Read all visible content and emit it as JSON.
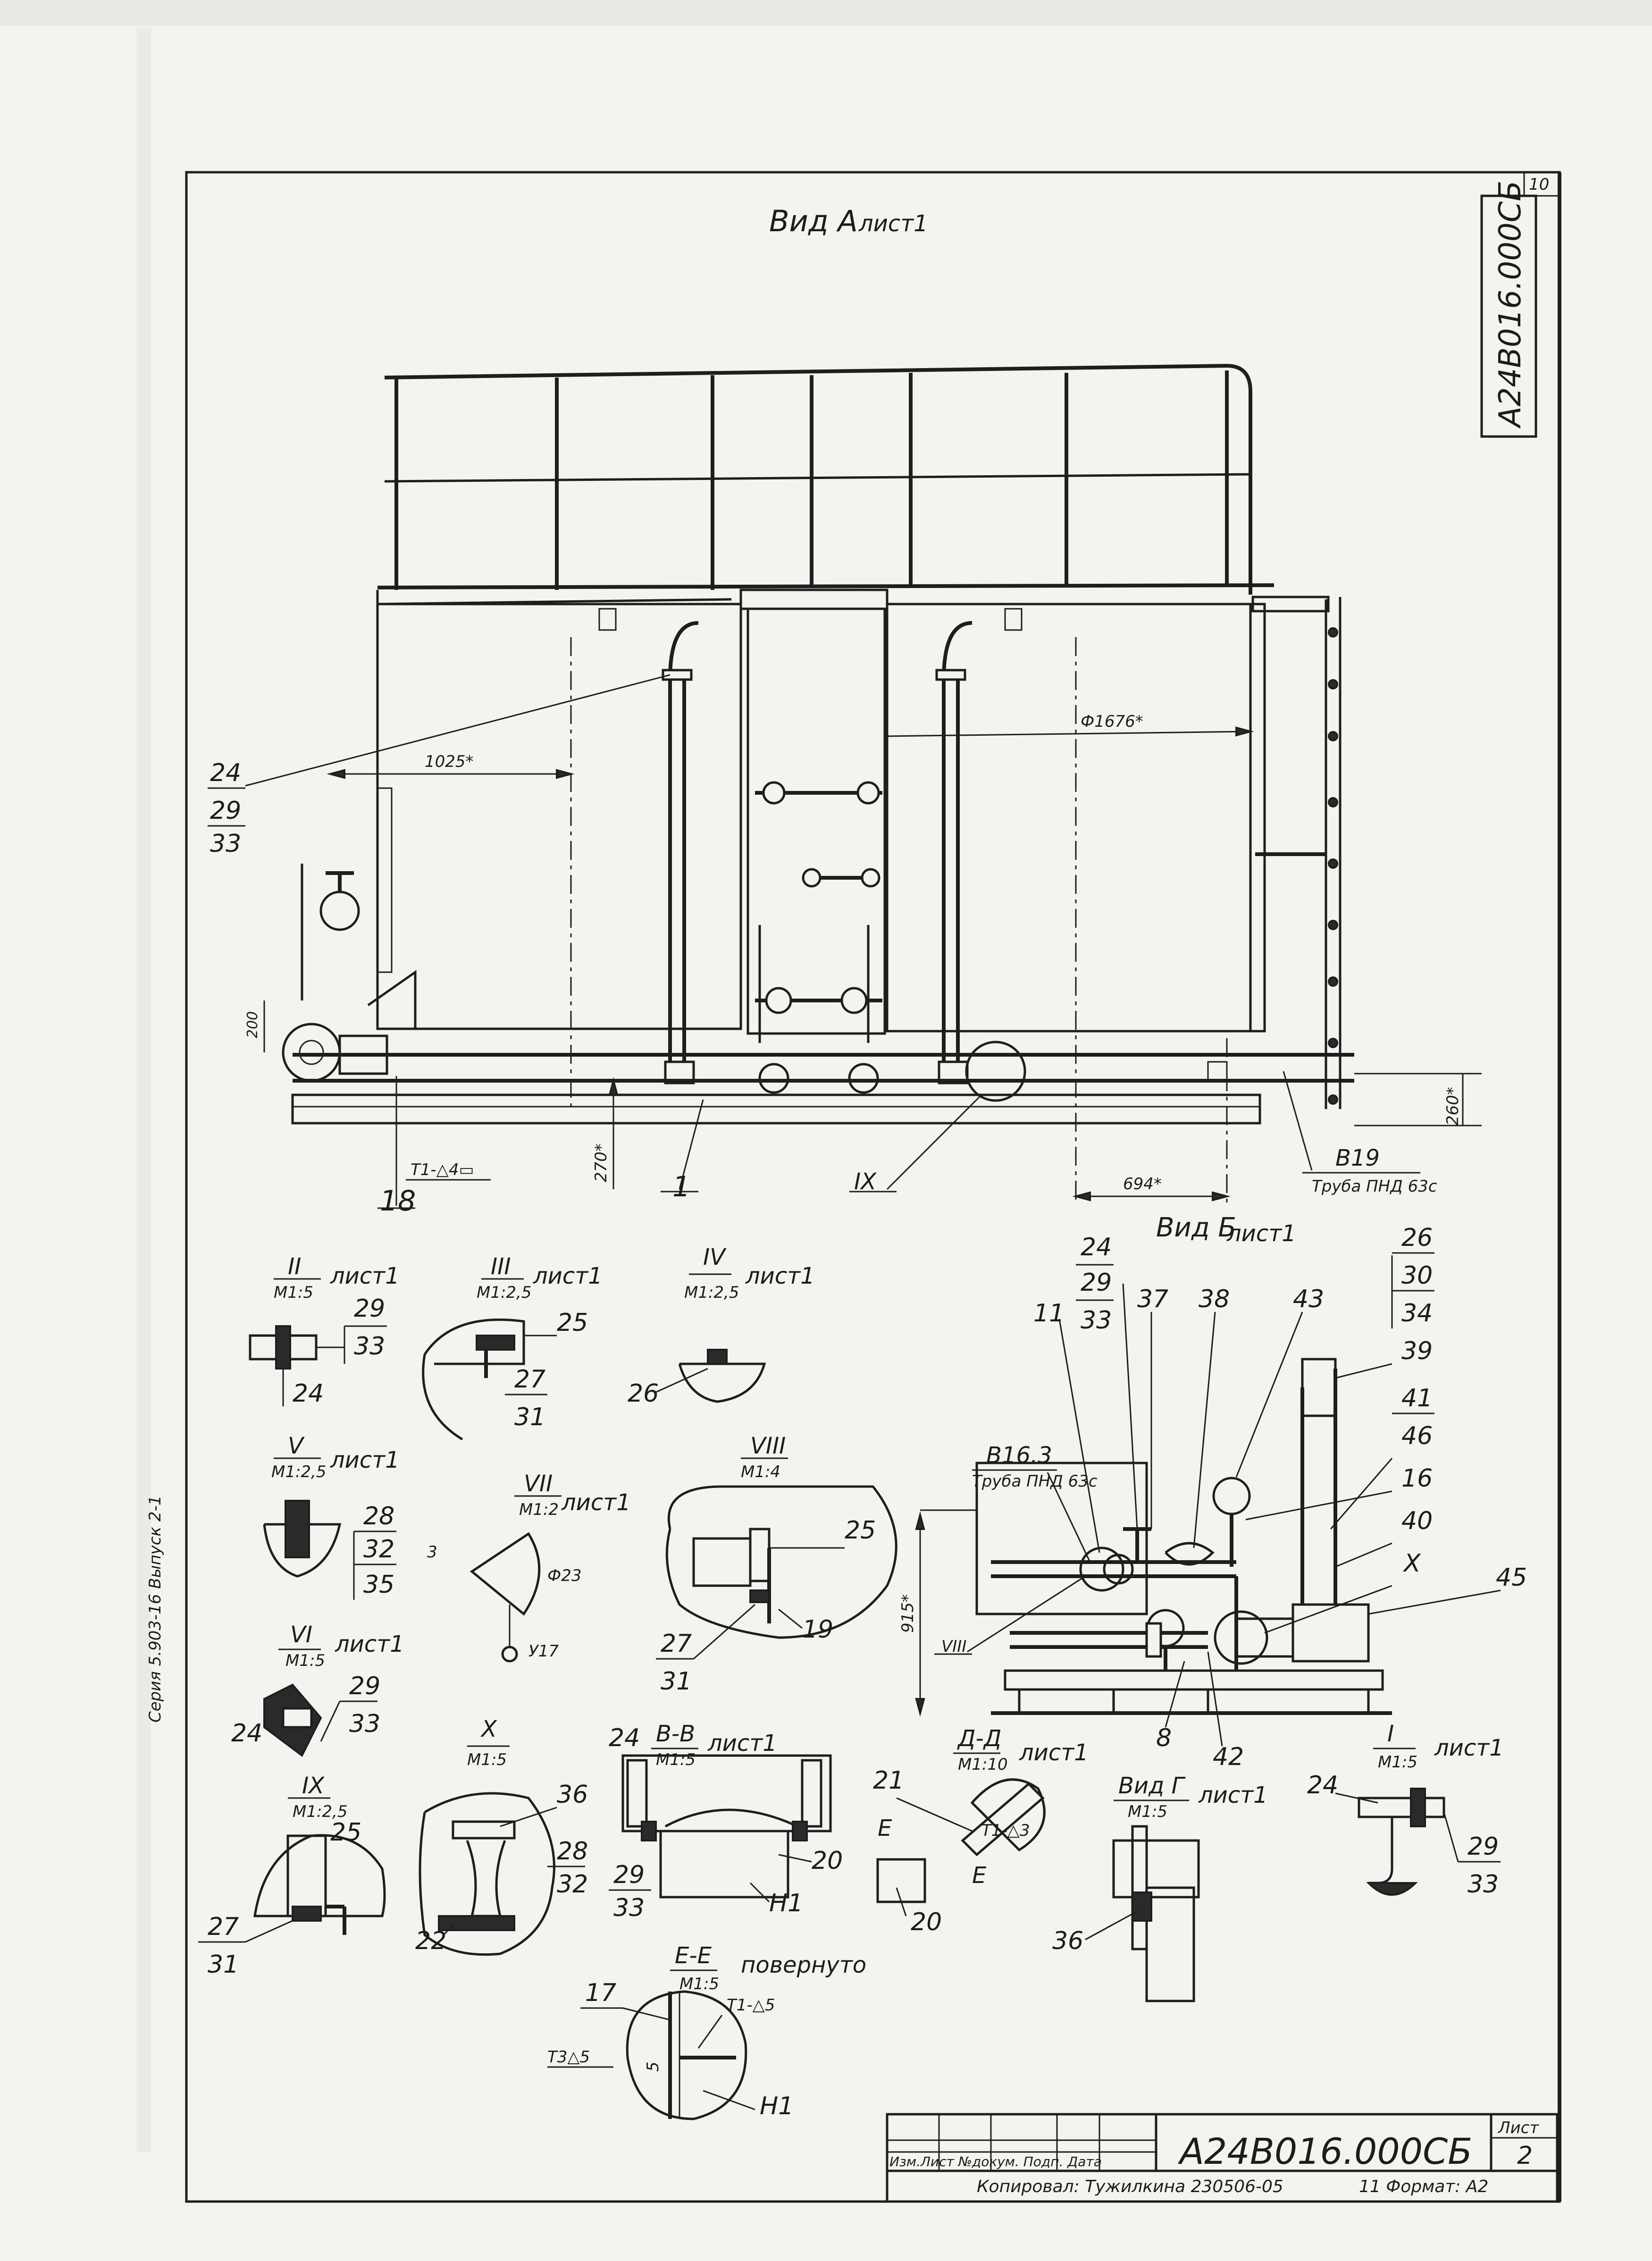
{
  "sheet_corner": "10",
  "stamp_vertical": "А24В016.000СБ",
  "left_margin_note": "Серия 5.903-16  Выпуск 2-1",
  "view_a": {
    "title": "Вид А",
    "sheet_ref": "лист1",
    "dim_1025": "1025*",
    "dim_d1676": "Ф1676*",
    "dim_200": "200",
    "dim_270": "270*",
    "dim_260": "260*",
    "dim_694": "694*",
    "weld_note": "Т1-△4▭",
    "callout_24": "24",
    "callout_29": "29",
    "callout_33": "33",
    "callout_18": "18",
    "callout_1": "1",
    "callout_IX": "IX",
    "pipe_tag": "В19",
    "pipe_desc": "Труба ПНД 63с"
  },
  "view_b": {
    "title": "Вид Б",
    "sheet_ref": "лист1",
    "pipe_tag": "В16.3",
    "pipe_desc": "Труба ПНД 63с",
    "dim_915": "915*",
    "callout_VIII": "VIII",
    "callouts": [
      "11",
      "24",
      "29",
      "33",
      "37",
      "38",
      "43",
      "26",
      "30",
      "34",
      "39",
      "41",
      "46",
      "16",
      "40",
      "X",
      "45",
      "8",
      "42"
    ]
  },
  "details": {
    "II": {
      "title": "II",
      "scale": "М1:5",
      "ref": "лист1",
      "labels": [
        "29",
        "33",
        "24"
      ]
    },
    "III": {
      "title": "III",
      "scale": "М1:2,5",
      "ref": "лист1",
      "labels": [
        "25",
        "27",
        "31"
      ]
    },
    "IV": {
      "title": "IV",
      "scale": "М1:2,5",
      "ref": "лист1",
      "labels": [
        "26"
      ]
    },
    "V": {
      "title": "V",
      "scale": "М1:2,5",
      "ref": "лист1",
      "labels": [
        "28",
        "32",
        "35"
      ]
    },
    "VII": {
      "title": "VII",
      "scale": "М1:2",
      "ref": "лист1",
      "labels": [
        "3",
        "Ф23",
        "У17"
      ]
    },
    "VIII": {
      "title": "VIII",
      "scale": "М1:4",
      "ref": "",
      "labels": [
        "25",
        "27",
        "31",
        "19"
      ]
    },
    "VI": {
      "title": "VI",
      "scale": "М1:5",
      "ref": "лист1",
      "labels": [
        "29",
        "33",
        "24"
      ]
    },
    "X": {
      "title": "X",
      "scale": "М1:5",
      "ref": "",
      "labels": [
        "36",
        "28",
        "32",
        "22"
      ]
    },
    "IX": {
      "title": "IX",
      "scale": "М1:2,5",
      "ref": "",
      "labels": [
        "25",
        "27",
        "31"
      ]
    },
    "BB": {
      "title": "В-В",
      "scale": "М1:5",
      "ref": "лист1",
      "labels": [
        "24",
        "29",
        "33",
        "20",
        "Н1"
      ]
    },
    "DD": {
      "title": "Д-Д",
      "scale": "М1:10",
      "ref": "лист1",
      "labels": [
        "21",
        "Т1-△3",
        "Е",
        "Е",
        "20"
      ]
    },
    "G": {
      "title": "Вид Г",
      "scale": "М1:5",
      "ref": "лист1",
      "labels": [
        "36"
      ]
    },
    "I": {
      "title": "I",
      "scale": "М1:5",
      "ref": "лист1",
      "labels": [
        "24",
        "29",
        "33"
      ]
    },
    "EE": {
      "title": "Е-Е",
      "scale": "М1:5",
      "ref": "повернуто",
      "labels": [
        "17",
        "Т1-△5",
        "Т3△5",
        "5",
        "Н1"
      ]
    }
  },
  "title_block": {
    "row_header": "Изм.Лист №докум. Подп. Дата",
    "code": "А24В016.000СБ",
    "sheet_label": "Лист",
    "sheet_no": "2",
    "copied": "Копировал: Тужилкина 230506-05",
    "format": "11 Формат: А2"
  }
}
